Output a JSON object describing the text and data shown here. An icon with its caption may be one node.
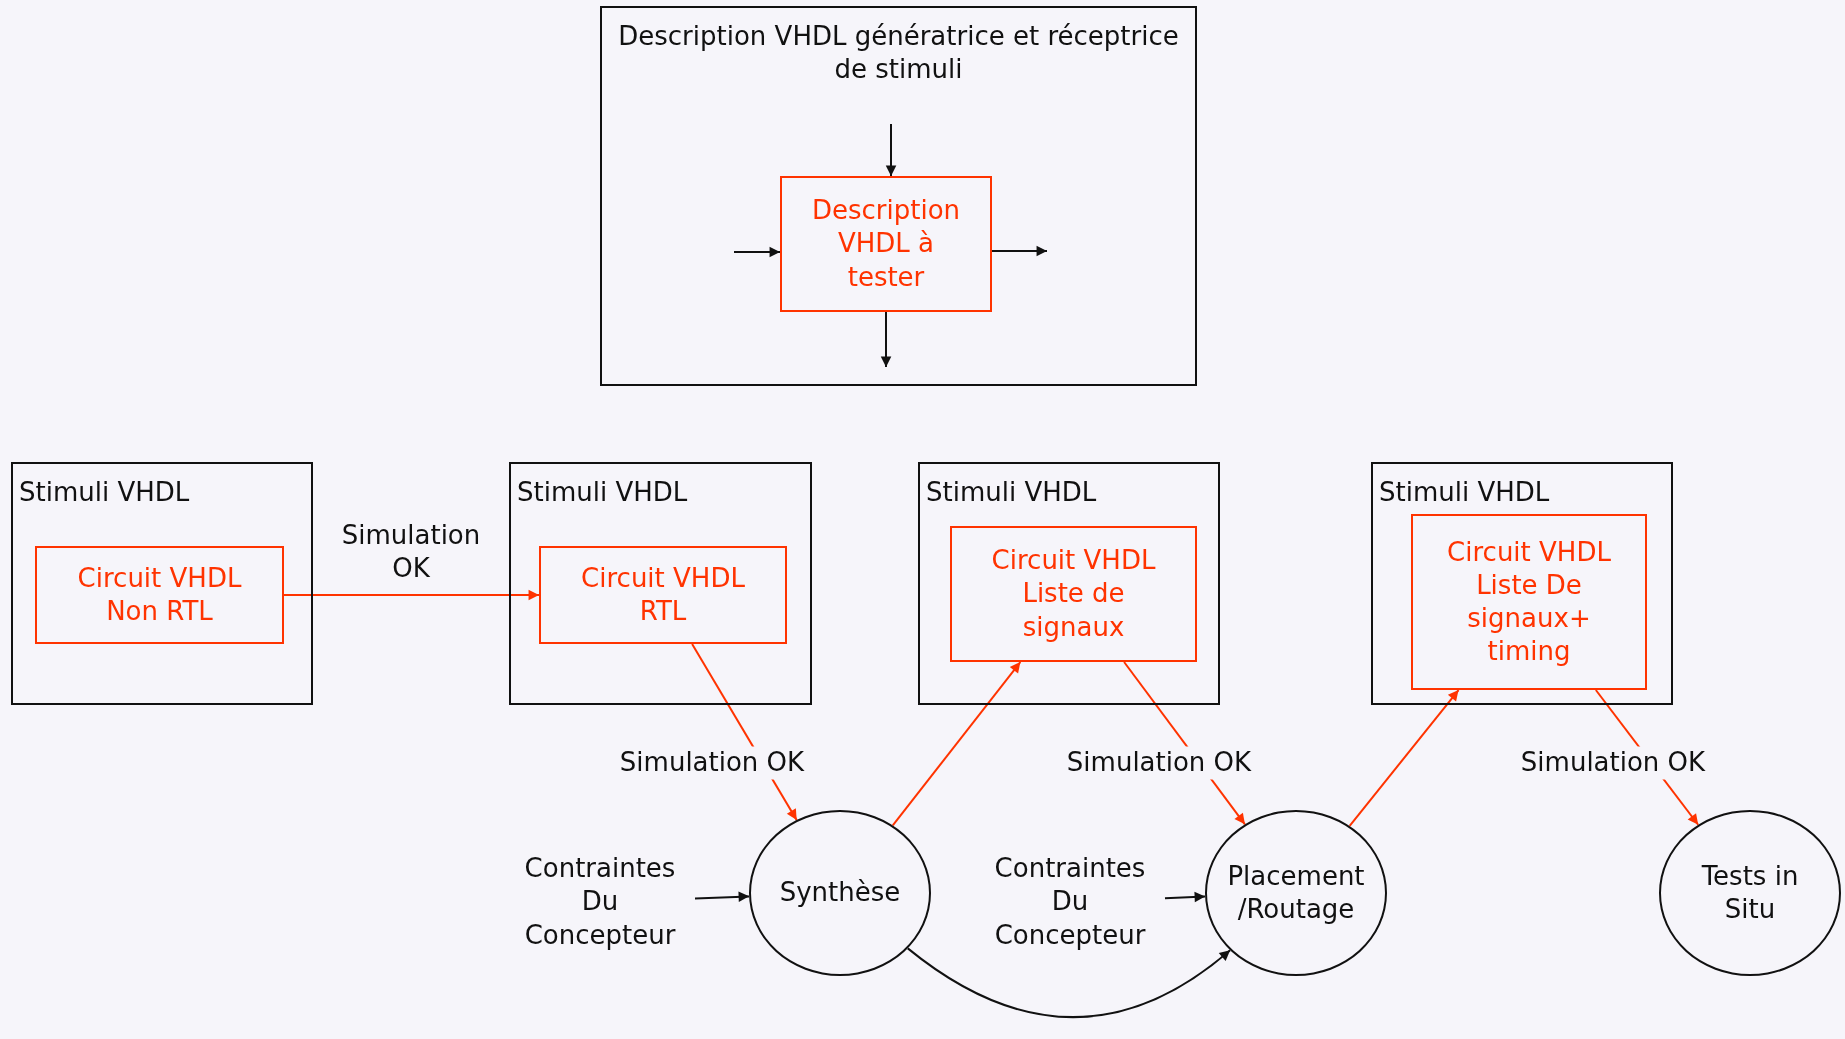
{
  "diagram": {
    "nodes": [
      {
        "text": [
          "Description VHDL génératrice et réceptrice de stimuli"
        ]
      },
      {
        "text": [
          "Description VHDL à tester"
        ],
        "in": 0
      },
      {
        "text": [
          "Stimuli VHDL"
        ]
      },
      {
        "text": [
          "Circuit VHDL Non RTL"
        ],
        "in": 2
      },
      {
        "text": [
          "Stimuli VHDL"
        ]
      },
      {
        "text": [
          "Circuit VHDL RTL"
        ],
        "in": 4
      },
      {
        "text": [
          "Stimuli VHDL"
        ]
      },
      {
        "text": [
          "Circuit VHDL Liste de signaux"
        ],
        "in": 6
      },
      {
        "text": [
          "Stimuli VHDL"
        ]
      },
      {
        "text": [
          "Circuit VHDL Liste De signaux+ timing"
        ],
        "in": 8
      },
      {
        "text": [
          "Contraintes Du Concepteur"
        ]
      },
      {
        "text": [
          "Synthèse"
        ]
      },
      {
        "text": [
          "Contraintes Du Concepteur"
        ]
      },
      {
        "text": [
          "Placement /Routage"
        ]
      },
      {
        "text": [
          "Tests in Situ"
        ]
      }
    ],
    "edges": [
      {
        "from": 3,
        "to": 5,
        "arrow": "to",
        "label": "Simulation OK",
        "color": "#ff3300"
      },
      {
        "from": 5,
        "to": 11,
        "arrow": "to",
        "label": "Simulation OK",
        "color": "#ff3300"
      },
      {
        "from": 11,
        "to": 7,
        "arrow": "to",
        "color": "#ff3300"
      },
      {
        "from": 7,
        "to": 13,
        "arrow": "to",
        "label": "Simulation OK",
        "color": "#ff3300"
      },
      {
        "from": 13,
        "to": 9,
        "arrow": "to",
        "color": "#ff3300"
      },
      {
        "from": 9,
        "to": 14,
        "arrow": "to",
        "label": "Simulation OK",
        "color": "#ff3300"
      },
      {
        "from": 10,
        "to": 11,
        "arrow": "to"
      },
      {
        "from": 12,
        "to": 13,
        "arrow": "to"
      },
      {
        "from": 11,
        "to": 13,
        "arrow": "to"
      },
      {
        "from": null,
        "to": 1,
        "arrow": "to"
      },
      {
        "from": null,
        "to": 1,
        "arrow": "to"
      },
      {
        "from": 1,
        "to": null,
        "arrow": "to"
      },
      {
        "from": 1,
        "to": null,
        "arrow": "to"
      }
    ]
  }
}
